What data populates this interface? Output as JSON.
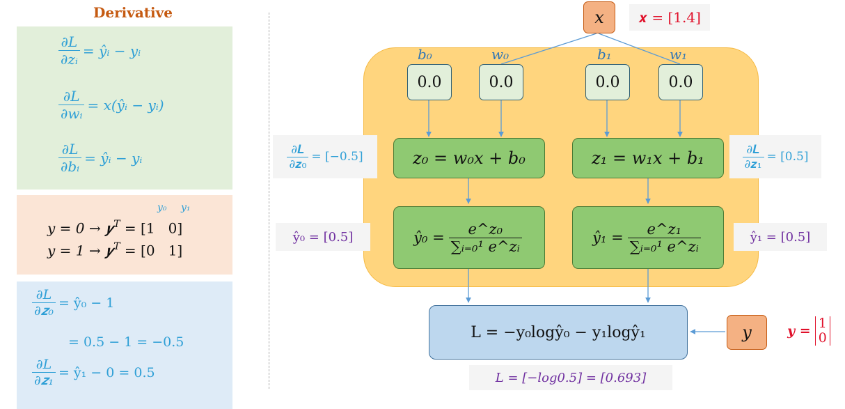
{
  "derivative_title": "Derivative",
  "green_panel": {
    "eq1": {
      "num": "∂L",
      "den": "∂zᵢ",
      "rhs": "= ŷᵢ − yᵢ"
    },
    "eq2": {
      "num": "∂L",
      "den": "∂wᵢ",
      "rhs": "= x(ŷᵢ − yᵢ)"
    },
    "eq3": {
      "num": "∂L",
      "den": "∂bᵢ",
      "rhs": "= ŷᵢ − yᵢ"
    }
  },
  "orange_panel": {
    "header_y0": "y₀",
    "header_y1": "y₁",
    "line1_lhs": "y = 0 → 𝒚",
    "line1_sup": "T",
    "line1_rhs": " = [1   0]",
    "line2_lhs": "y = 1 → 𝒚",
    "line2_sup": "T",
    "line2_rhs": " = [0   1]"
  },
  "blue_panel": {
    "eq1_num": "∂L",
    "eq1_den": "∂𝒛₀",
    "eq1_rhs": "= ŷ₀ − 1",
    "eq1_cont": "= 0.5 − 1 = −0.5",
    "eq2_num": "∂L",
    "eq2_den": "∂𝒛₁",
    "eq2_rhs": "= ŷ₁ − 0 = 0.5"
  },
  "diagram": {
    "x_node": "x",
    "x_value": "𝒙 = [1.4]",
    "param_labels": {
      "b0": "b₀",
      "w0": "w₀",
      "b1": "b₁",
      "w1": "w₁"
    },
    "param_values": {
      "b0": "0.0",
      "w0": "0.0",
      "b1": "0.0",
      "w1": "0.0"
    },
    "z0_eq": "z₀ = w₀x + b₀",
    "z1_eq": "z₁ = w₁x + b₁",
    "dz0": {
      "num": "∂𝑳",
      "den": "∂𝒛₀",
      "rhs": "= [−0.5]"
    },
    "dz1": {
      "num": "∂𝑳",
      "den": "∂𝒛₁",
      "rhs": "= [0.5]"
    },
    "yhat0_eq_lhs": "ŷ₀ =",
    "yhat0_num": "e^z₀",
    "yhat0_den": "∑ᵢ₌₀¹ e^zᵢ",
    "yhat1_eq_lhs": "ŷ₁ =",
    "yhat1_num": "e^z₁",
    "yhat1_den": "∑ᵢ₌₀¹ e^zᵢ",
    "yhat0_value": "ŷ₀ = [0.5]",
    "yhat1_value": "ŷ₁ = [0.5]",
    "loss_eq": "L = −y₀logŷ₀ − y₁logŷ₁",
    "loss_value": "L = [−log0.5] = [0.693]",
    "y_node": "y",
    "y_value_lhs": "𝒚 =",
    "y_value_top": "1",
    "y_value_bottom": "0"
  },
  "colors": {
    "green_panel": "#e2efda",
    "orange_panel": "#fbe5d6",
    "blue_panel": "#deebf7",
    "big_region": "#ffd57e",
    "node_orange": "#f4b183",
    "green_box": "#8fc972",
    "loss_box": "#bdd7ee",
    "blue_text": "#2e9fd6",
    "purple_text": "#7030a0",
    "red_text": "#e0102a",
    "title": "#c55a11"
  }
}
